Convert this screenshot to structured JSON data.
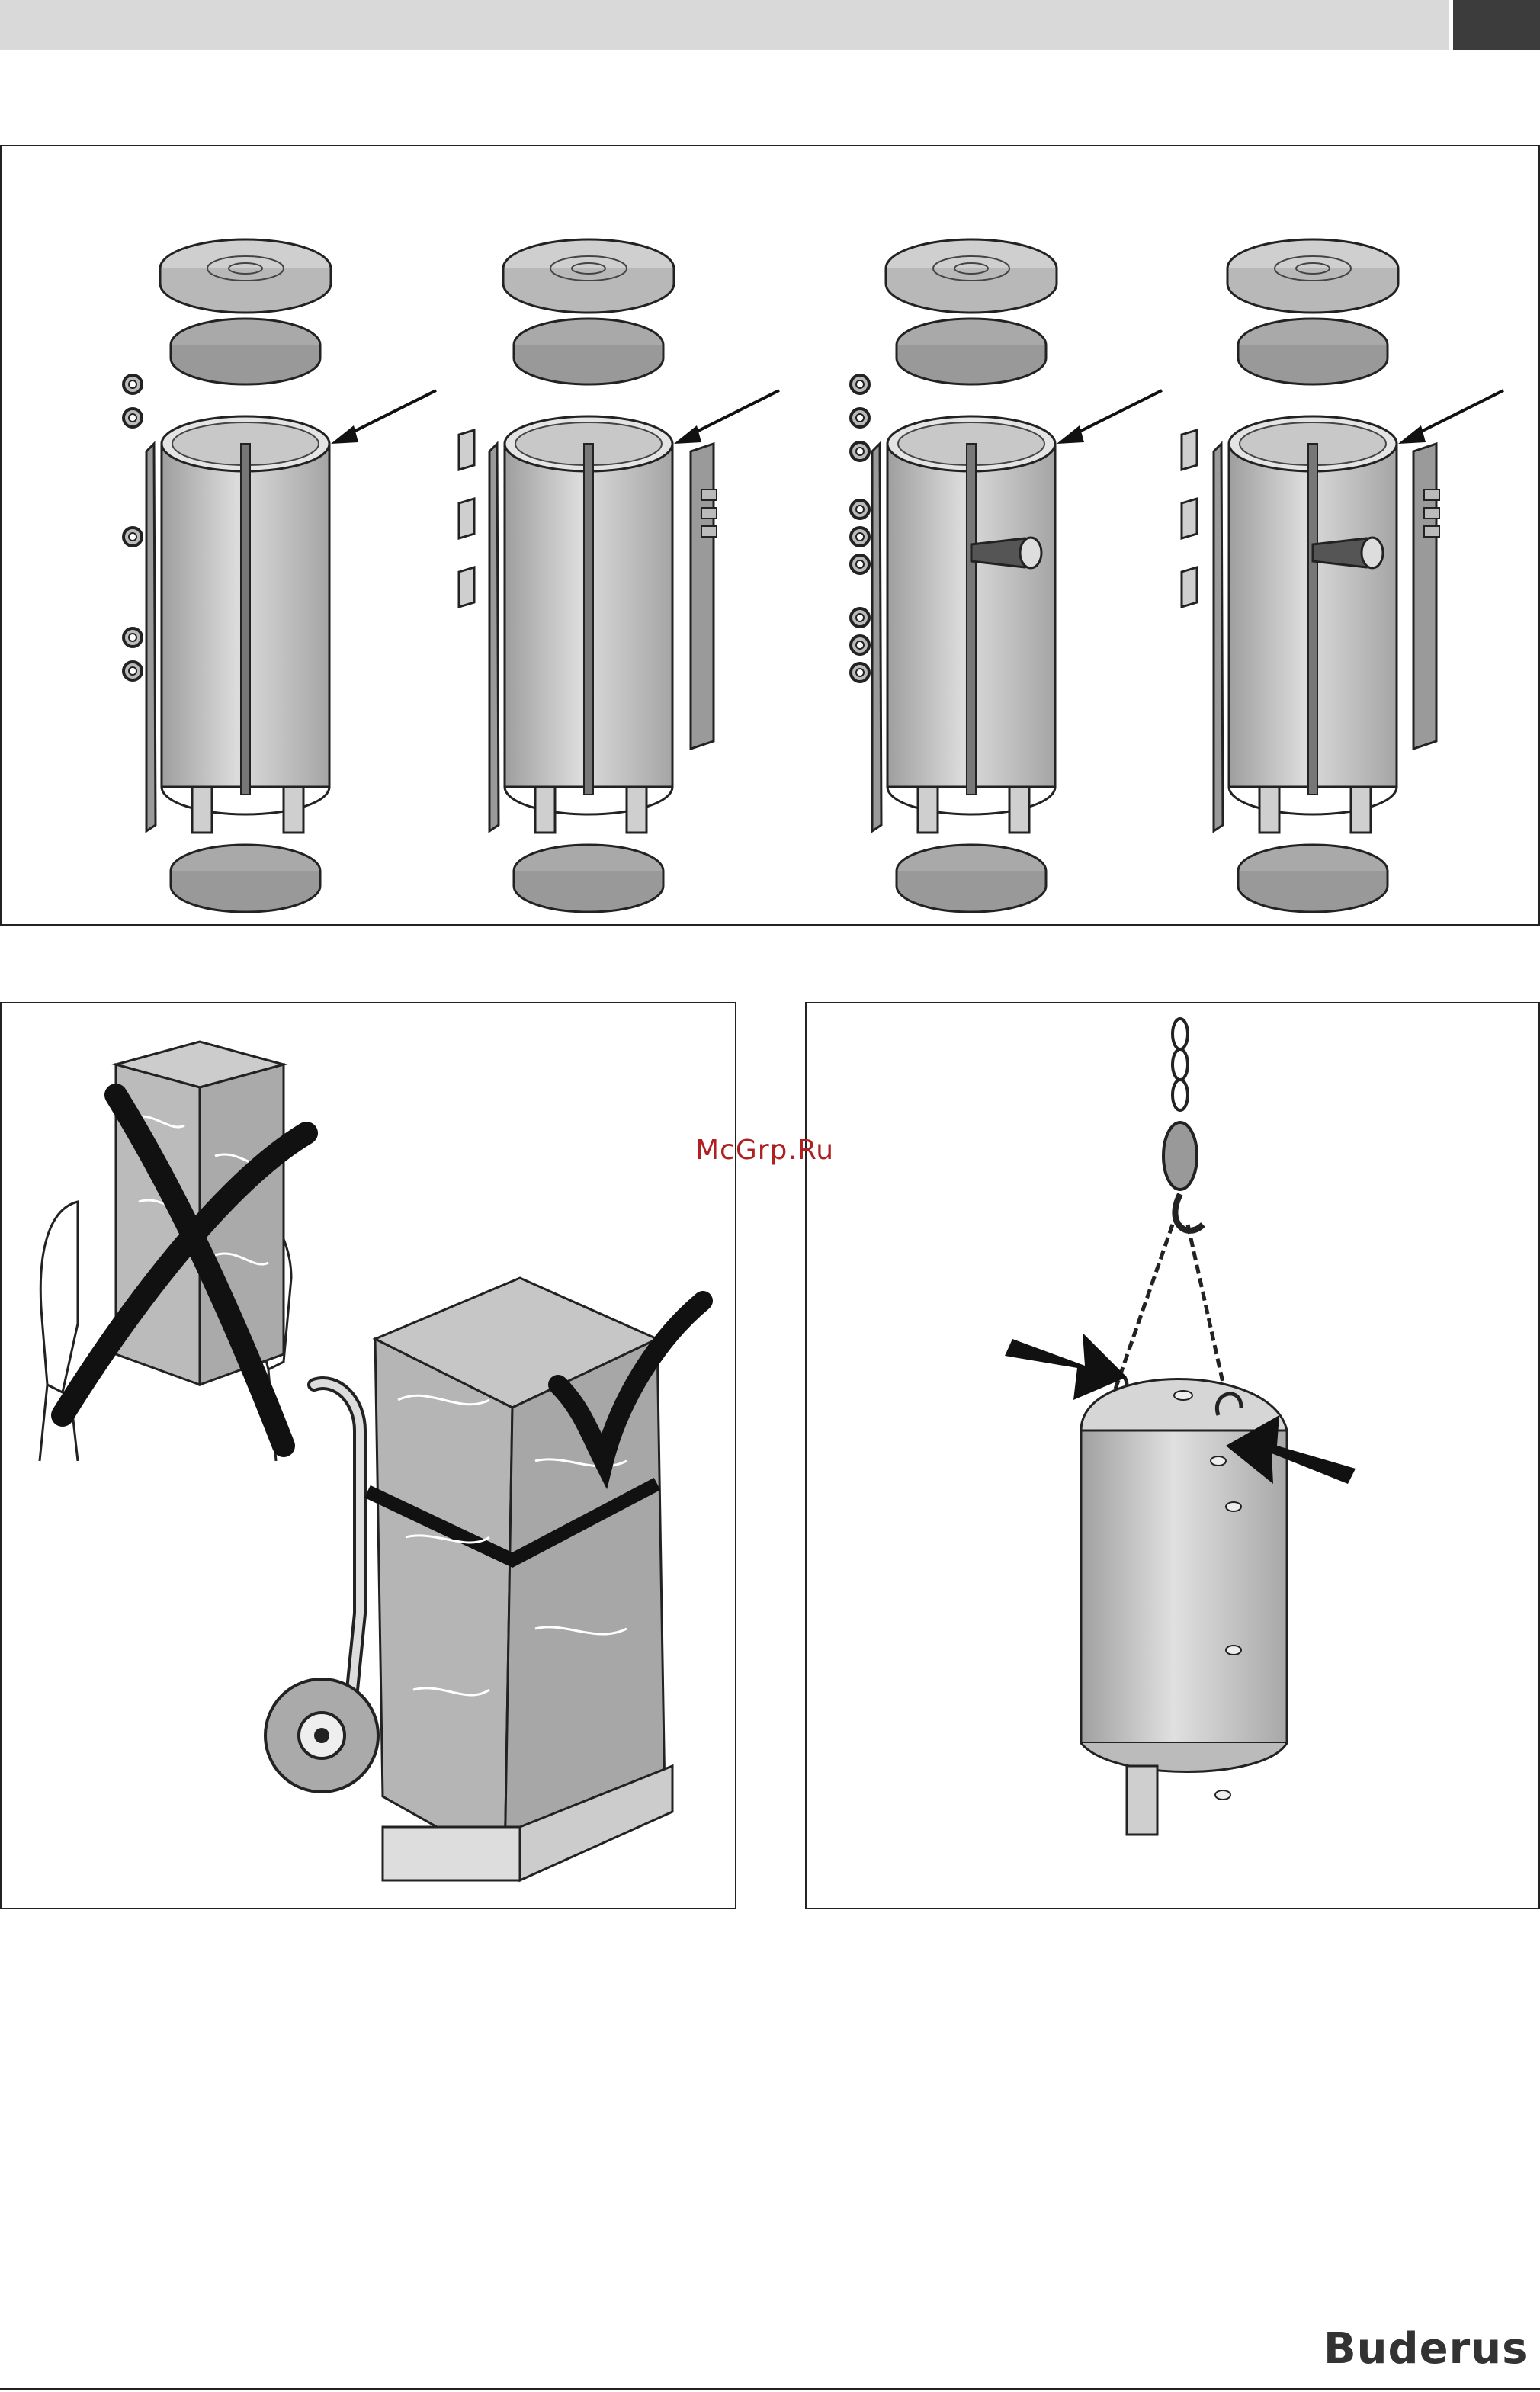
{
  "watermark": "McGrp.Ru",
  "brand": "Buderus",
  "figures": {
    "top": {
      "icon": "cylinder-assembly-sequence-illustration",
      "steps": 4
    },
    "bottom_left": {
      "icon": "hand-truck-transport-illustration"
    },
    "bottom_right": {
      "icon": "crane-lifting-illustration"
    }
  },
  "colors": {
    "header": "#d9d9d9",
    "header_tab": "#3c3c3c",
    "watermark": "#b02020",
    "tank_gray": "#bdbdbd"
  }
}
